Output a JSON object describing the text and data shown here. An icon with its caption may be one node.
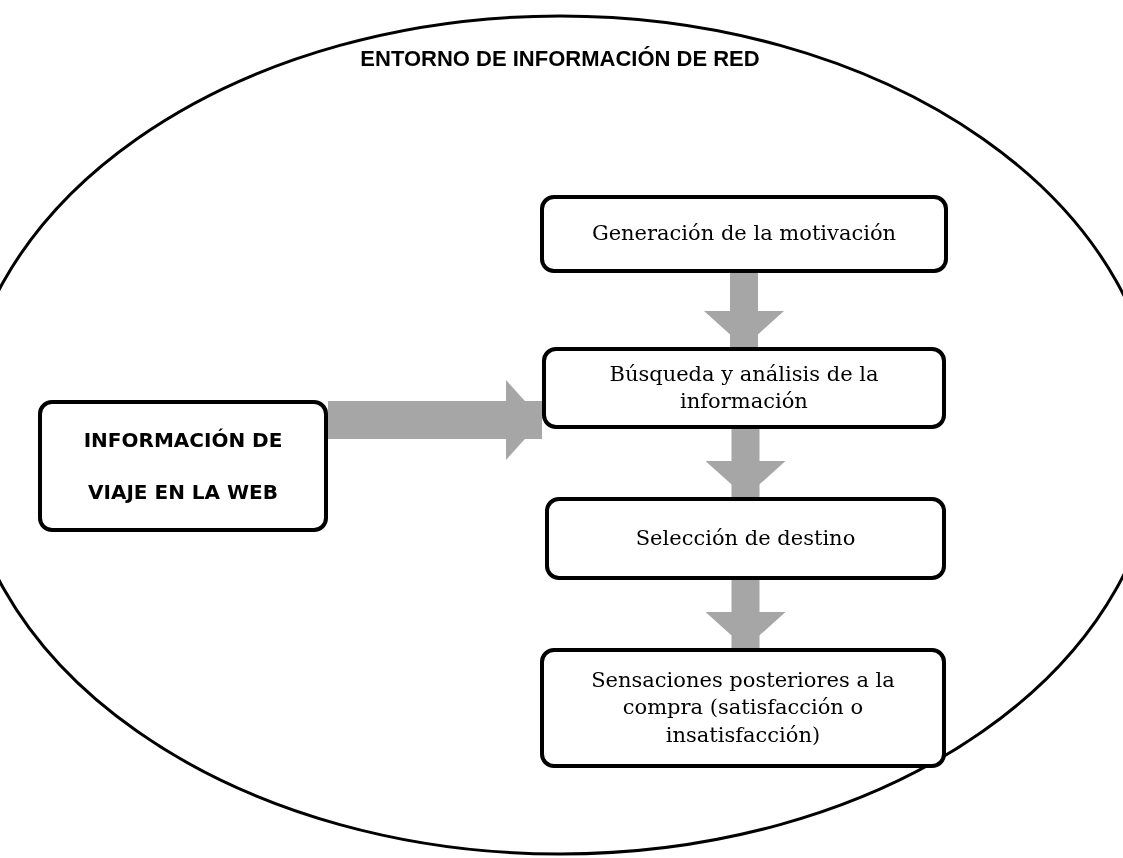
{
  "diagram": {
    "nodes": [
      {
        "text": [
          "ENTORNO DE INFORMACIÓN DE RED"
        ]
      },
      {
        "text": [
          "Generación de la motivación"
        ],
        "in": 0
      },
      {
        "text": [
          "Búsqueda y análisis de la información"
        ],
        "in": 0
      },
      {
        "text": [
          "Selección de destino"
        ],
        "in": 0
      },
      {
        "text": [
          "Sensaciones posteriores a la compra (satisfacción o insatisfacción)"
        ],
        "in": 0
      },
      {
        "text": [
          "INFORMACIÓN DE VIAJE EN LA WEB"
        ],
        "in": 0
      }
    ],
    "edges": [
      {
        "from": 1,
        "to": 2,
        "arrow": "to",
        "color": "#a6a6a6"
      },
      {
        "from": 2,
        "to": 3,
        "arrow": "to",
        "color": "#a6a6a6"
      },
      {
        "from": 3,
        "to": 4,
        "arrow": "to",
        "color": "#a6a6a6"
      },
      {
        "from": 5,
        "to": 2,
        "arrow": "to",
        "color": "#a6a6a6"
      }
    ]
  }
}
